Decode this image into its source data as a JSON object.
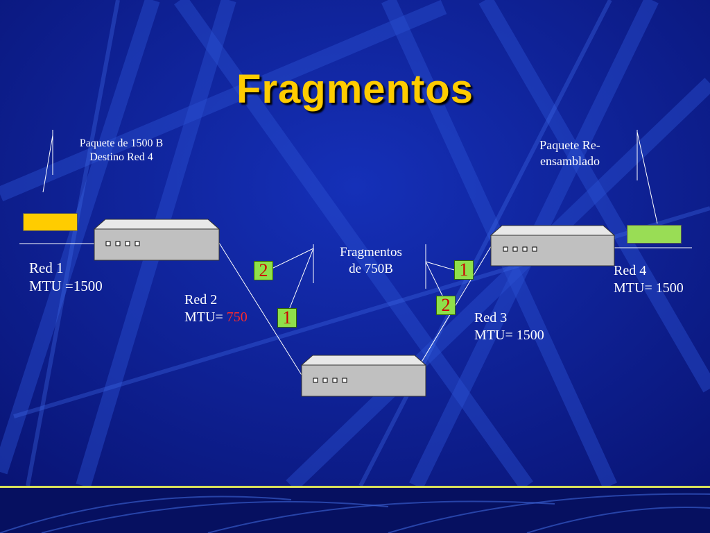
{
  "title": "Fragmentos",
  "annotations": {
    "packet_origin": [
      "Paquete de 1500 B",
      "Destino Red 4"
    ],
    "packet_reassembled": [
      "Paquete Re-",
      "ensamblado"
    ],
    "fragments": [
      "Fragmentos",
      "de 750B"
    ]
  },
  "networks": [
    {
      "name": "Red 1",
      "mtu_label": "MTU =1500",
      "mtu_value": ""
    },
    {
      "name": "Red 2",
      "mtu_label": "MTU= ",
      "mtu_value": "750"
    },
    {
      "name": "Red 3",
      "mtu_label": "MTU= 1500",
      "mtu_value": ""
    },
    {
      "name": "Red 4",
      "mtu_label": "MTU= 1500",
      "mtu_value": ""
    }
  ],
  "fragment_labels": {
    "red2_upper": "2",
    "red2_lower": "1",
    "red3_upper": "1",
    "red3_lower": "2"
  },
  "colors": {
    "background": "#0b1a8a",
    "title": "#ffcc00",
    "packet_origin": "#ffcc00",
    "packet_reassembled": "#99dd55",
    "fragment_box": "#8fe04a",
    "fragment_number": "#cc0000",
    "mtu_highlight": "#ff2a2a"
  }
}
